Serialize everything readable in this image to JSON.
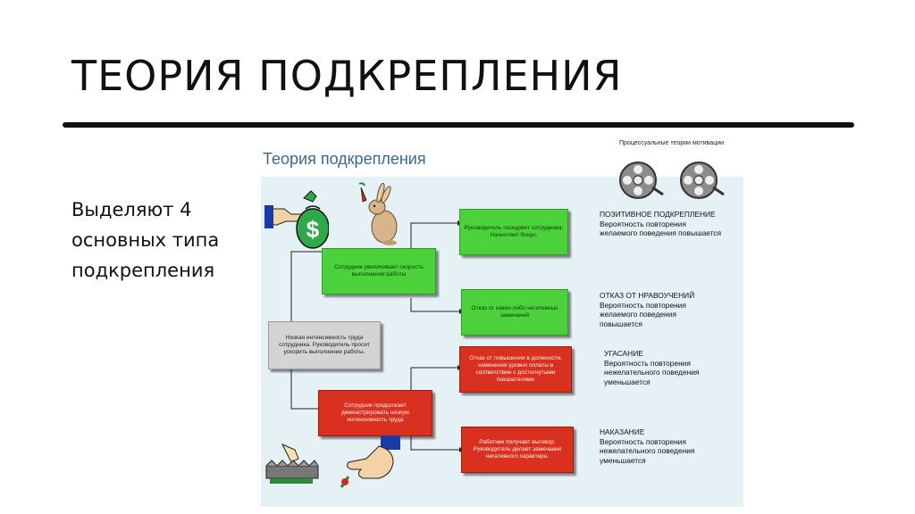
{
  "slide": {
    "title": "ТЕОРИЯ ПОДКРЕПЛЕНИЯ",
    "body_lines": [
      "Выделяют 4",
      "основных типа",
      "подкрепления"
    ]
  },
  "figure": {
    "title": "Теория подкрепления",
    "subtitle": "Процессуальные теории мотивации",
    "boxes": {
      "root": "Низкая интенсивность труда сотрудника. Руководитель просит ускорить выполнение работы.",
      "green_mid": "Сотрудник увеличивает скорость выполнения работы",
      "green_top": "Руководитель поощряет сотрудника. Начисляет бонус.",
      "green_bottom": "Отказ от каких-либо негативных замечаний",
      "red_mid": "Сотрудник продолжает демонстрировать низкую интенсивность труда",
      "red_top": "Отказ от повышения в должности, изменения уровня оплаты в соответствии с достигнутыми показателями",
      "red_bottom": "Работник получает выговор. Руководитель делает замечания негативного характера."
    },
    "labels": [
      {
        "heading": "ПОЗИТИВНОЕ ПОДКРЕПЛЕНИЕ",
        "lines": [
          "Вероятность повторения",
          "желаемого поведения повышается"
        ]
      },
      {
        "heading": "ОТКАЗ ОТ НРАВОУЧЕНИЙ",
        "lines": [
          "Вероятность повторения",
          "желаемого поведения",
          "повышается"
        ]
      },
      {
        "heading": "УГАСАНИЕ",
        "lines": [
          "Вероятность повторения",
          "нежелательного поведения",
          "уменьшается"
        ]
      },
      {
        "heading": "НАКАЗАНИЕ",
        "lines": [
          "Вероятность повторения",
          "нежелательного поведения",
          "уменьшается"
        ]
      }
    ],
    "money_symbol": "$",
    "colors": {
      "green": "#4bd23a",
      "red": "#d9301f",
      "gray": "#d4d4d4",
      "panel": "#e6f1f6",
      "title": "#3c6a8c"
    },
    "icons": [
      "money-bag-icon",
      "rabbit-carrot-icon",
      "film-reel-icon",
      "film-reel-icon",
      "trap-icon",
      "pointing-hand-icon"
    ]
  }
}
